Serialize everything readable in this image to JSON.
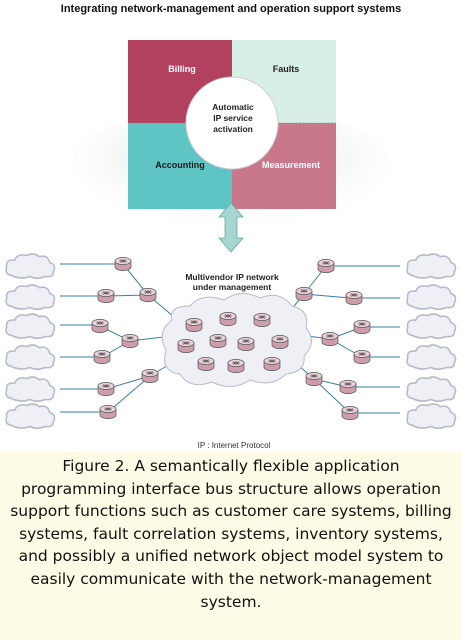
{
  "title": "Integrating network-management and operation support systems",
  "quadrants": {
    "billing": "Billing",
    "faults": "Faults",
    "accounting": "Accounting",
    "measurement": "Measurement"
  },
  "center_label": [
    "Automatic",
    "IP service",
    "activation"
  ],
  "network_label": [
    "Multivendor IP network",
    "under management"
  ],
  "footnote": "IP : Internet Protocol",
  "caption": "Figure 2. A semantically flexible application programming interface bus structure allows operation support functions such as customer care systems, billing systems, fault correlation systems, inventory systems, and possibly a unified network object model system to easily communicate with the network-management system.",
  "colors": {
    "billing": "#b2405f",
    "faults": "#d7efe4",
    "accounting": "#5fc4c4",
    "measurement": "#c9788c",
    "arrow": "#a6d6cf",
    "cloud": "#eef0f6",
    "router": "#e3c2cc",
    "caption_bg": "#fdfbe6"
  }
}
